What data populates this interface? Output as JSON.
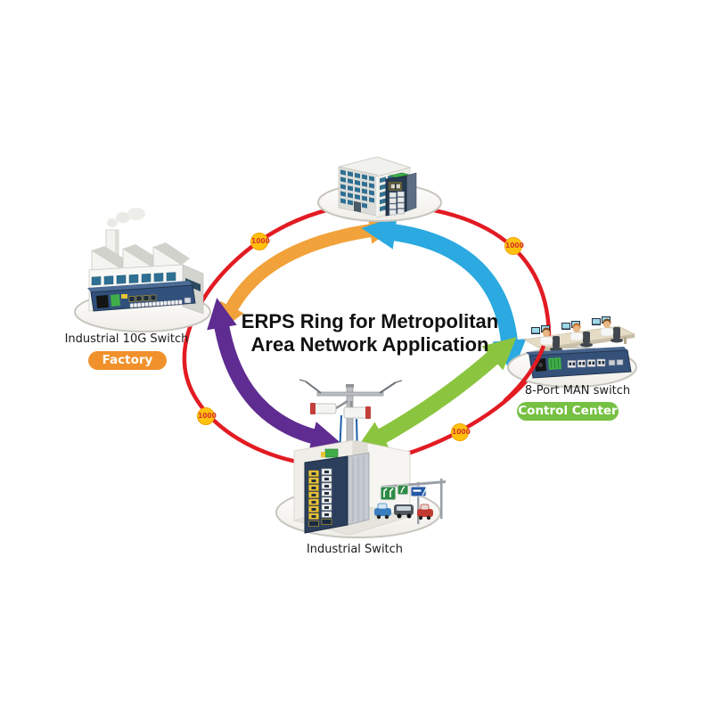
{
  "title": {
    "line1": "ERPS Ring for Metropolitan",
    "line2": "Area Network Application"
  },
  "ring": {
    "color": "#E21B23",
    "badge_fill": "#FFC10D",
    "badge_text_color": "#D5332C",
    "badges": [
      "1000",
      "1000",
      "1000",
      "1000"
    ]
  },
  "arrows": {
    "factory_top": {
      "color": "#F2A23B"
    },
    "top_control": {
      "color": "#2BA9E0"
    },
    "control_bottom": {
      "color": "#8BC53F"
    },
    "factory_bottom": {
      "color": "#5F2C91"
    }
  },
  "nodes": {
    "metro_building": {
      "icon": "office-building-with-industrial-switch-icon"
    },
    "factory": {
      "icon": "factory-with-rack-switch-icon",
      "label": "Industrial 10G Switch",
      "badge": "Factory",
      "badge_color": "#F0912C"
    },
    "control_center": {
      "icon": "control-room-with-man-switch-icon",
      "label": "8-Port MAN switch",
      "badge": "Control Center",
      "badge_color": "#76C043"
    },
    "roadside": {
      "icon": "roadside-cabinet-with-cctv-icon",
      "label": "Industrial Switch"
    }
  }
}
